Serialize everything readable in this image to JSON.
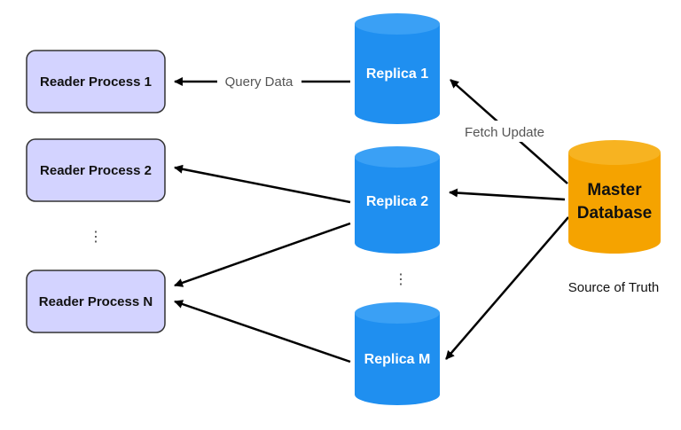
{
  "colors": {
    "reader_fill": "#d3d3ff",
    "reader_stroke": "#333333",
    "replica_fill": "#1f8ff0",
    "replica_top": "#3aa0f5",
    "master_fill": "#f5a300",
    "master_top": "#f7b321",
    "arrow": "#000000"
  },
  "readers": [
    {
      "label": "Reader Process 1"
    },
    {
      "label": "Reader Process 2"
    },
    {
      "label": "Reader Process N"
    }
  ],
  "reader_ellipsis": "⋮",
  "replicas": [
    {
      "label": "Replica 1"
    },
    {
      "label": "Replica 2"
    },
    {
      "label": "Replica M"
    }
  ],
  "replica_ellipsis": "⋮",
  "master": {
    "line1": "Master",
    "line2": "Database",
    "caption": "Source of Truth"
  },
  "edge_labels": {
    "query": "Query Data",
    "fetch": "Fetch Update"
  }
}
